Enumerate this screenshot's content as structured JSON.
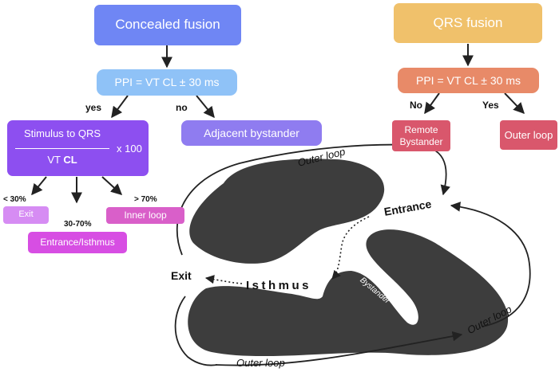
{
  "colors": {
    "concealed_fusion": "#6f86f4",
    "ppi_left": "#8fc2f7",
    "adjacent_bystander": "#8f7cf0",
    "stimulus_box": "#8d4ff0",
    "exit_box": "#d68cf3",
    "inner_loop_box": "#d95fc9",
    "entrance_box": "#d74ee3",
    "qrs_fusion": "#f0c16b",
    "ppi_right": "#e88a68",
    "remote_bystander": "#d9576c",
    "outer_loop_box": "#d9576c",
    "scar": "#3d3d3d",
    "arrow": "#222222"
  },
  "left_flow": {
    "concealed_fusion": "Concealed fusion",
    "ppi": "PPI = VT CL ± 30 ms",
    "yes": "yes",
    "no": "no",
    "adjacent_bystander": "Adjacent bystander",
    "stimulus_top": "Stimulus to QRS",
    "stimulus_bottom_a": "VT ",
    "stimulus_bottom_b": "CL",
    "times": "x 100",
    "lt30": "< 30%",
    "exit": "Exit",
    "mid": "30-70%",
    "entrance_isthmus": "Entrance/Isthmus",
    "gt70": "> 70%",
    "inner_loop": "Inner loop"
  },
  "right_flow": {
    "qrs_fusion": "QRS fusion",
    "ppi": "PPI = VT CL ± 30 ms",
    "no": "No",
    "yes": "Yes",
    "remote_line1": "Remote",
    "remote_line2": "Bystander",
    "outer_loop": "Outer loop"
  },
  "circuit": {
    "outer_loop_top": "Outer loop",
    "entrance": "Entrance",
    "exit": "Exit",
    "isthmus": "Isthmus",
    "bystander": "Bystander",
    "outer_loop_right": "Outer loop",
    "outer_loop_bottom": "Outer loop"
  }
}
